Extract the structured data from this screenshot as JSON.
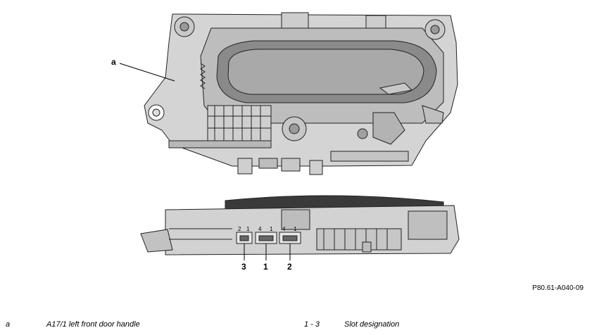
{
  "figure": {
    "callout_a": "a",
    "slot_labels": [
      "3",
      "1",
      "2"
    ],
    "pin_groups": [
      [
        "2",
        "1"
      ],
      [
        "4",
        "1"
      ],
      [
        "4",
        "1"
      ]
    ],
    "reference_code": "P80.61-A040-09"
  },
  "legend": [
    {
      "key": "a",
      "text": "A17/1 left front door handle"
    },
    {
      "key": "1 - 3",
      "text": "Slot designation"
    }
  ]
}
